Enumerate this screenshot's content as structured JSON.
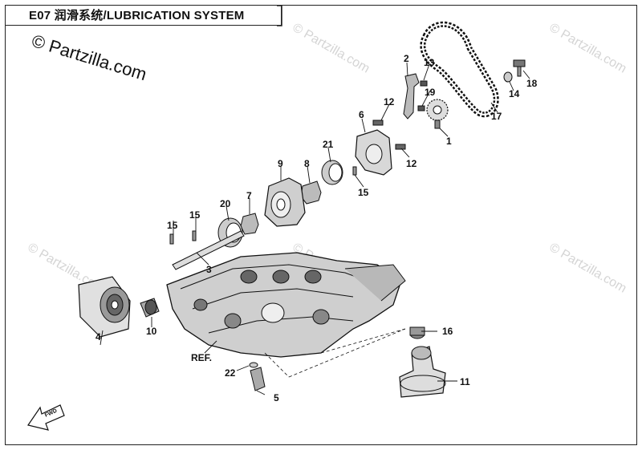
{
  "header": {
    "title": "E07 润滑系统/LUBRICATION SYSTEM"
  },
  "brand": {
    "watermark_main": "© Partzilla.com",
    "watermark_faint": "© Partzilla.com"
  },
  "callouts": {
    "c1": "1",
    "c2": "2",
    "c3": "3",
    "c4": "4",
    "c5": "5",
    "c6": "6",
    "c7": "7",
    "c8": "8",
    "c9": "9",
    "c10": "10",
    "c11": "11",
    "c12a": "12",
    "c12b": "12",
    "c13": "13",
    "c14": "14",
    "c15a": "15",
    "c15b": "15",
    "c15c": "15",
    "c16": "16",
    "c17": "17",
    "c18": "18",
    "c19": "19",
    "c20": "20",
    "c21": "21",
    "c22": "22"
  },
  "ref_label": "REF.",
  "fwd_label": "FWD"
}
